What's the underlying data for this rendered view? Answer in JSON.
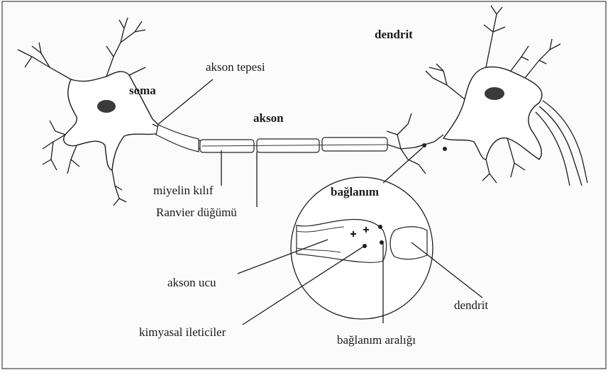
{
  "labels": {
    "soma": "soma",
    "akson_tepesi": "akson tepesi",
    "akson": "akson",
    "dendrit_top": "dendrit",
    "miyelin_kilif": "miyelin kılıf",
    "ranvier": "Ranvier düğümü",
    "baglanim": "bağlanım",
    "akson_ucu": "akson ucu",
    "dendrit_bottom": "dendrit",
    "kimyasal": "kimyasal ileticiler",
    "baglanim_araligi": "bağlanım aralığı"
  },
  "colors": {
    "line": "#1c1c1c",
    "nucleus": "#3a3a3a",
    "background": "#fbfbfb"
  }
}
